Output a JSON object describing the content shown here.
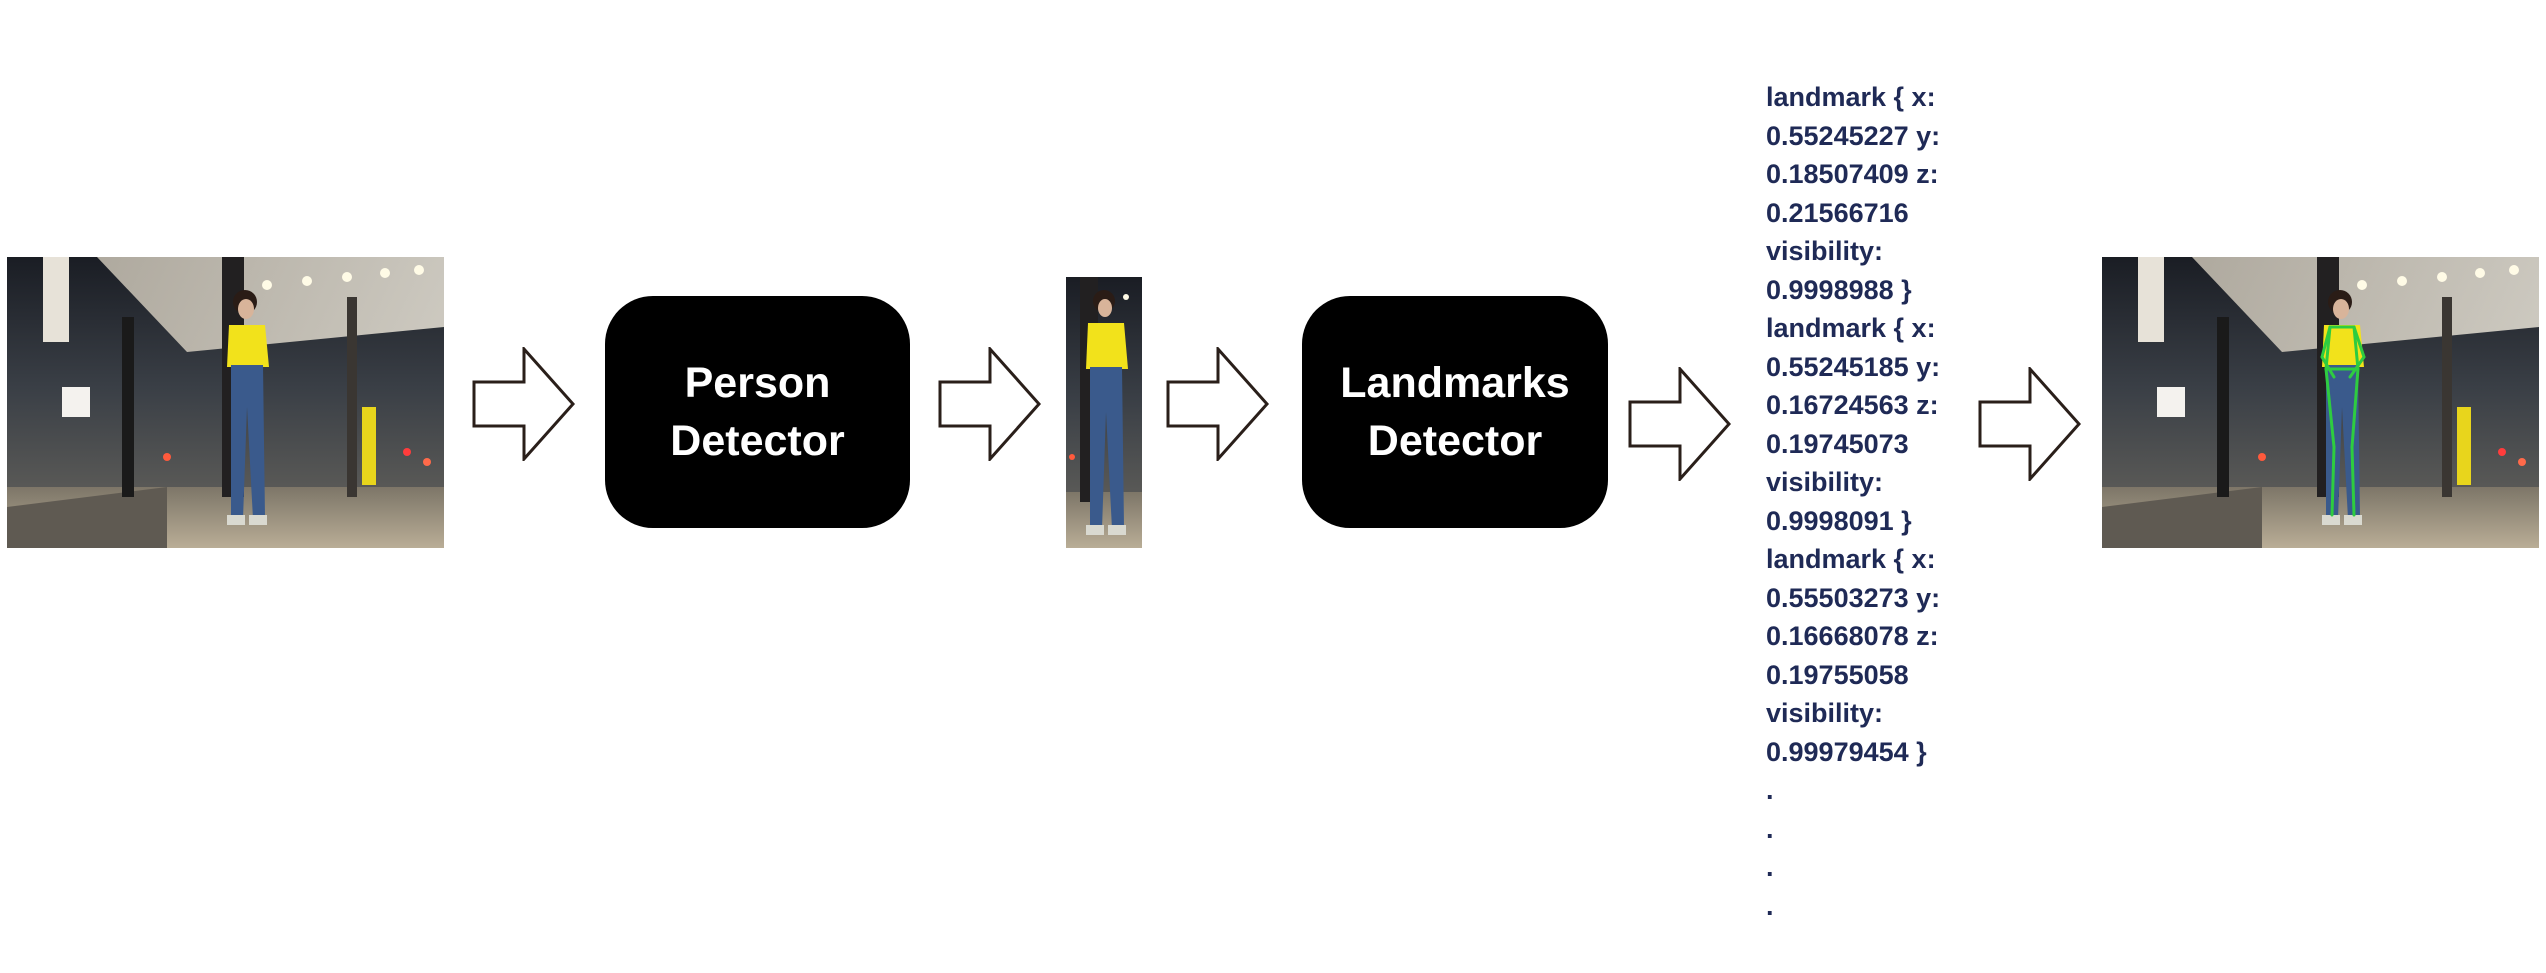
{
  "pipeline": {
    "input_image": {
      "icon": "street-photo-person-image"
    },
    "person_detector": {
      "label": "Person\nDetector"
    },
    "cropped_image": {
      "icon": "cropped-person-image"
    },
    "landmarks_detector": {
      "label": "Landmarks\nDetector"
    },
    "landmark_output": {
      "lines": [
        "landmark { x:",
        "0.55245227 y:",
        "0.18507409 z:",
        "0.21566716",
        "visibility:",
        "0.9998988 }",
        "landmark { x:",
        "0.55245185 y:",
        "0.16724563 z:",
        "0.19745073",
        "visibility:",
        "0.9998091 }",
        "landmark { x:",
        "0.55503273 y:",
        "0.16668078 z:",
        "0.19755058",
        "visibility:",
        "0.99979454 }",
        ".",
        ".",
        ".",
        "."
      ]
    },
    "output_image": {
      "icon": "pose-landmarks-overlay-image"
    }
  },
  "colors": {
    "block_fill": "#000000",
    "block_text": "#ffffff",
    "landmark_text": "#1f2a56",
    "arrow_stroke": "#2a1f1a",
    "skeleton": "#2ecc40",
    "shirt": "#f2e21b",
    "jeans": "#3a5a8c"
  }
}
